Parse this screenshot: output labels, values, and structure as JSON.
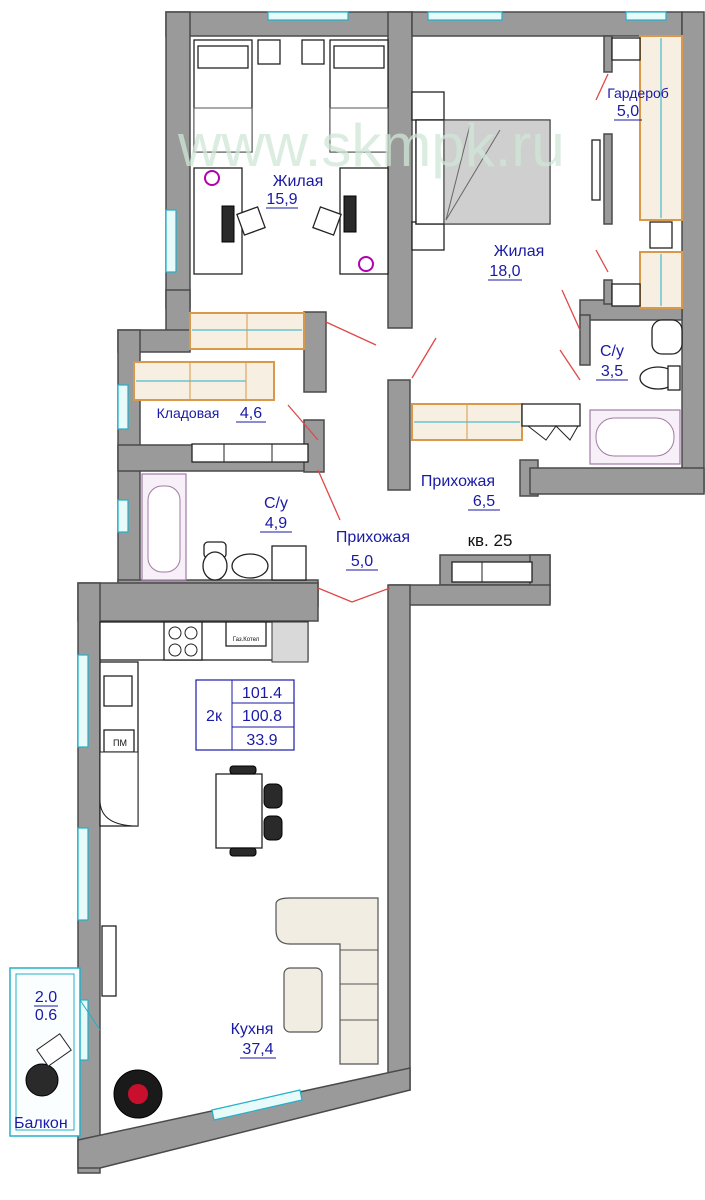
{
  "watermark": "www.skmpk.ru",
  "apartment": {
    "label": "кв. 25",
    "rooms_code": "2к",
    "areas": [
      "101.4",
      "100.8",
      "33.9"
    ]
  },
  "rooms": [
    {
      "id": "bedroom-1",
      "name": "Жилая",
      "area": "15,9"
    },
    {
      "id": "bedroom-2",
      "name": "Жилая",
      "area": "18,0"
    },
    {
      "id": "wardrobe",
      "name": "Гардероб",
      "area": "5,0"
    },
    {
      "id": "bath-1",
      "name": "С/у",
      "area": "3,5"
    },
    {
      "id": "storage",
      "name": "Кладовая",
      "area": "4,6"
    },
    {
      "id": "hall-1",
      "name": "Прихожая",
      "area": "6,5"
    },
    {
      "id": "bath-2",
      "name": "С/у",
      "area": "4,9"
    },
    {
      "id": "hall-2",
      "name": "Прихожая",
      "area": "5,0"
    },
    {
      "id": "kitchen",
      "name": "Кухня",
      "area": "37,4"
    }
  ],
  "balcony": {
    "name": "Балкон",
    "areas": [
      "2.0",
      "0.6"
    ]
  },
  "fixtures": {
    "dishwasher": "ПМ",
    "boiler": "Газ.Котел"
  },
  "colors": {
    "label": "#1a1aa6",
    "wall": "#9a9a9a",
    "window": "#23b0c8",
    "door": "#e04848",
    "wardrobe": "#d89a4a",
    "watermark": "#cfe6d6"
  }
}
